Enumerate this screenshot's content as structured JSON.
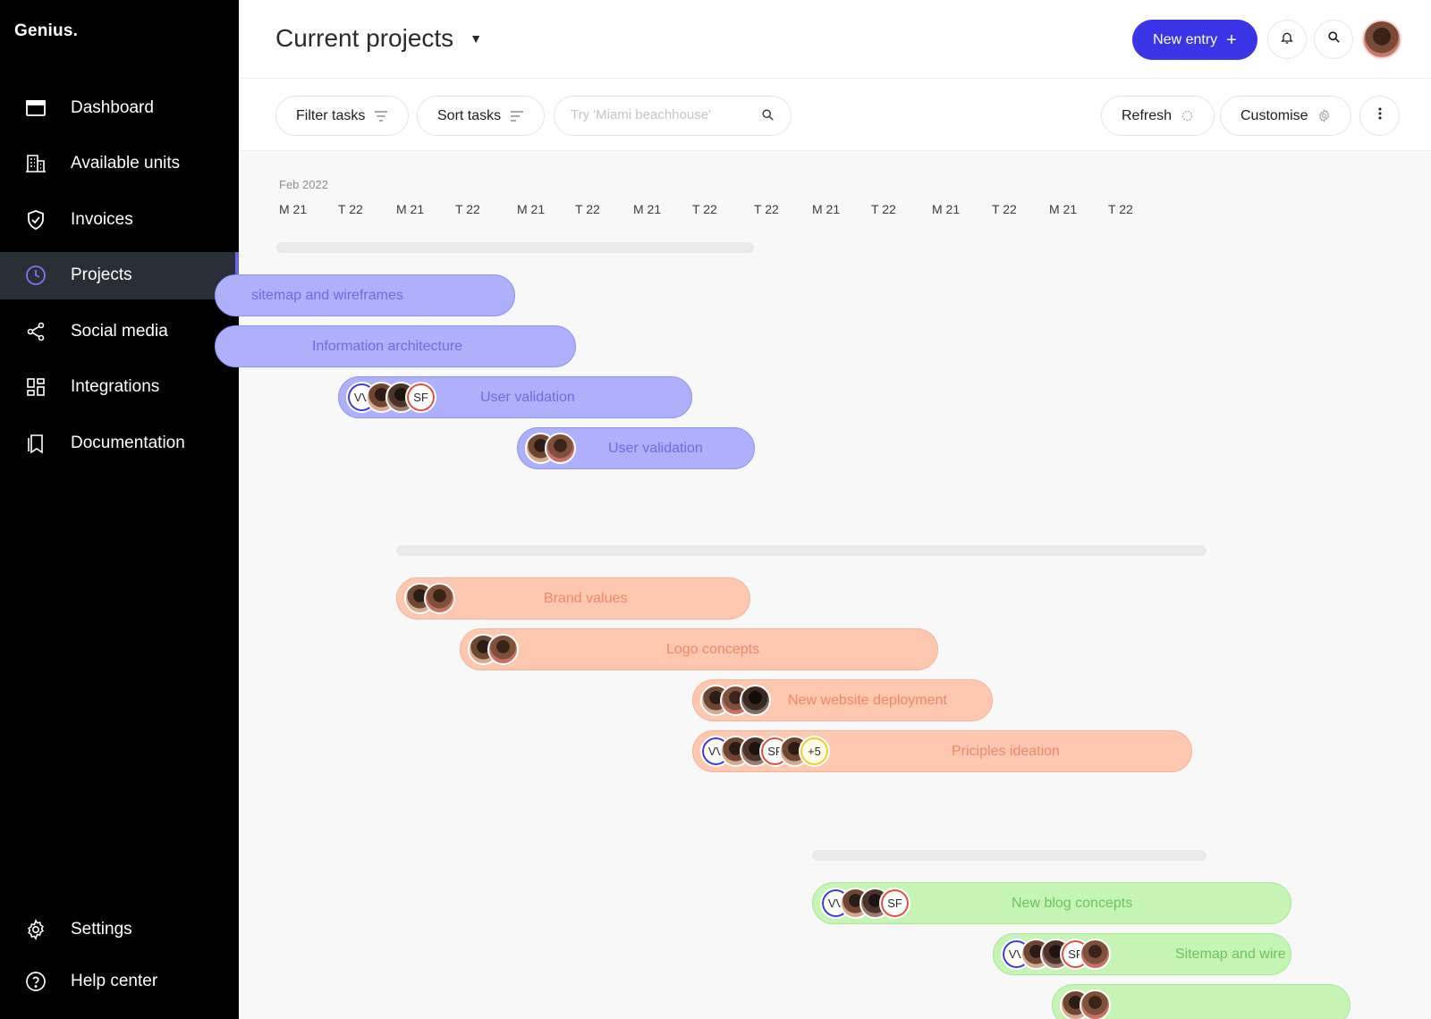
{
  "app": {
    "logo": "Genius."
  },
  "sidebar": {
    "items": [
      {
        "label": "Dashboard",
        "icon": "dashboard-icon",
        "active": false
      },
      {
        "label": "Available units",
        "icon": "building-icon",
        "active": false
      },
      {
        "label": "Invoices",
        "icon": "shield-check-icon",
        "active": false
      },
      {
        "label": "Projects",
        "icon": "clock-icon",
        "active": true
      },
      {
        "label": "Social media",
        "icon": "share-icon",
        "active": false
      },
      {
        "label": "Integrations",
        "icon": "grid-icon",
        "active": false
      },
      {
        "label": "Documentation",
        "icon": "bookmark-icon",
        "active": false
      }
    ],
    "bottom_items": [
      {
        "label": "Settings",
        "icon": "gear-icon"
      },
      {
        "label": "Help center",
        "icon": "help-icon"
      }
    ]
  },
  "header": {
    "title": "Current projects",
    "new_entry_label": "New entry"
  },
  "toolbar": {
    "filter_label": "Filter tasks",
    "sort_label": "Sort tasks",
    "search_placeholder": "Try 'Miami beachhouse'",
    "refresh_label": "Refresh",
    "customise_label": "Customise"
  },
  "timeline": {
    "month": "Feb 2022",
    "days": [
      "M 21",
      "T 22",
      "M 21",
      "T 22",
      "M 21",
      "T 22",
      "M 21",
      "T 22",
      "T 22",
      "M 21",
      "T 22",
      "M 21",
      "T 22",
      "M 21",
      "T 22"
    ]
  },
  "tasks": [
    {
      "label": "sitemap and wireframes",
      "group": "purple",
      "avatars": []
    },
    {
      "label": "Information architecture",
      "group": "purple",
      "avatars": []
    },
    {
      "label": "User validation",
      "group": "purple",
      "avatars": [
        "VV",
        "photo",
        "photo",
        "SF"
      ]
    },
    {
      "label": "User validation",
      "group": "purple",
      "avatars": [
        "photo",
        "photo"
      ]
    },
    {
      "label": "Brand values",
      "group": "orange",
      "avatars": [
        "photo",
        "photo"
      ]
    },
    {
      "label": "Logo concepts",
      "group": "orange",
      "avatars": [
        "photo",
        "photo"
      ]
    },
    {
      "label": "New website deployment",
      "group": "orange",
      "avatars": [
        "photo",
        "photo",
        "photo"
      ]
    },
    {
      "label": "Priciples ideation",
      "group": "orange",
      "avatars": [
        "VV",
        "photo",
        "photo",
        "SF",
        "photo",
        "+5"
      ]
    },
    {
      "label": "New blog concepts",
      "group": "green",
      "avatars": [
        "VV",
        "photo",
        "photo",
        "SF"
      ]
    },
    {
      "label": "Sitemap and wire",
      "group": "green",
      "avatars": [
        "VV",
        "photo",
        "photo",
        "SF",
        "photo"
      ]
    },
    {
      "label": "",
      "group": "green",
      "avatars": [
        "photo",
        "photo"
      ]
    }
  ],
  "colors": {
    "accent": "#3a35e6",
    "sidebar_bg": "#000000",
    "active_bg": "#2a2e36",
    "purple_bar": "#aeb0fb",
    "orange_bar": "#fec8b0",
    "green_bar": "#c5f4b4"
  }
}
